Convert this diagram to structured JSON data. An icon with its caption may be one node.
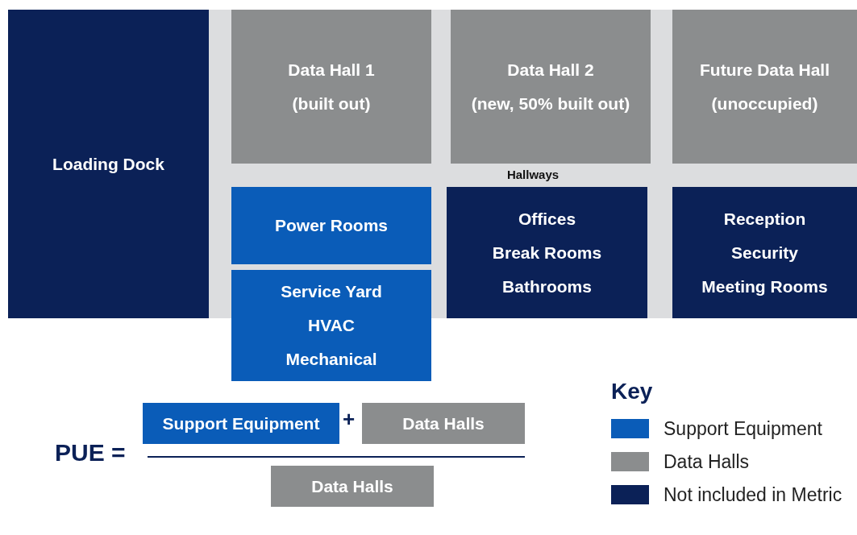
{
  "diagram": {
    "nodes": [
      {
        "text": [
          "Loading Dock"
        ]
      },
      {
        "text": [
          "Hallways"
        ]
      },
      {
        "text": [
          "Data Hall 1",
          "(built out)"
        ],
        "in": 1
      },
      {
        "text": [
          "Data Hall 2",
          "(new, 50% built out)"
        ],
        "in": 1
      },
      {
        "text": [
          "Future Data Hall",
          "(unoccupied)"
        ],
        "in": 1
      },
      {
        "text": [
          "Power Rooms"
        ],
        "in": 1
      },
      {
        "text": [
          "Offices",
          "Break Rooms",
          "Bathrooms"
        ],
        "in": 1
      },
      {
        "text": [
          "Reception",
          "Security",
          "Meeting Rooms"
        ],
        "in": 1
      },
      {
        "text": [
          "Service Yard",
          "HVAC",
          "Mechanical"
        ]
      },
      {
        "text": [
          "Support Equipment"
        ]
      },
      {
        "text": [
          "Data Halls"
        ]
      },
      {
        "text": [
          "Data Halls"
        ]
      }
    ],
    "edges": [],
    "labels": [
      "PUE =",
      "+",
      "Key"
    ],
    "legend": [
      {
        "text": "Support Equipment",
        "color": "#0a5cb8"
      },
      {
        "text": "Data Halls",
        "color": "#8b8d8e"
      },
      {
        "text": "Not included in Metric",
        "color": "#0b2157"
      }
    ]
  }
}
